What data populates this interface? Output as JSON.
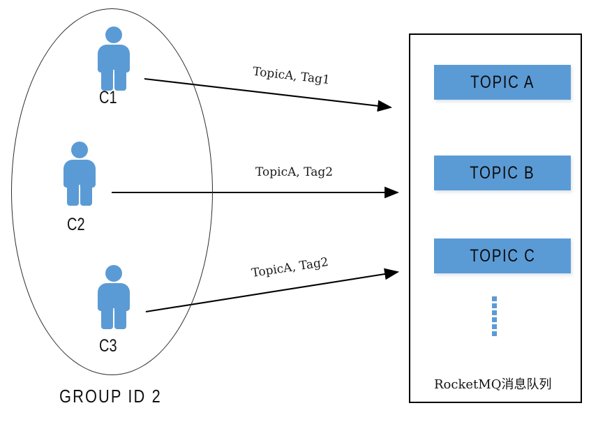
{
  "diagram": {
    "consumer_group": {
      "caption": "GROUP ID 2",
      "clients": [
        {
          "label": "C1",
          "icon": "person-icon"
        },
        {
          "label": "C2",
          "icon": "person-icon"
        },
        {
          "label": "C3",
          "icon": "person-icon"
        }
      ]
    },
    "arrows": [
      {
        "label": "TopicA, Tag1",
        "from": "C1",
        "to": "TOPIC A"
      },
      {
        "label": "TopicA, Tag2",
        "from": "C2",
        "to": "TOPIC B"
      },
      {
        "label": "TopicA, Tag2",
        "from": "C3",
        "to": "TOPIC C"
      }
    ],
    "broker": {
      "caption": "RocketMQ消息队列",
      "topics": [
        {
          "label": "TOPIC A"
        },
        {
          "label": "TOPIC B"
        },
        {
          "label": "TOPIC C"
        }
      ],
      "more_indicator": "vertical-dots"
    },
    "colors": {
      "accent_blue": "#5B9BD5",
      "stroke_black": "#000000",
      "ellipse_stroke": "#2b2b2b",
      "background": "#ffffff"
    }
  }
}
